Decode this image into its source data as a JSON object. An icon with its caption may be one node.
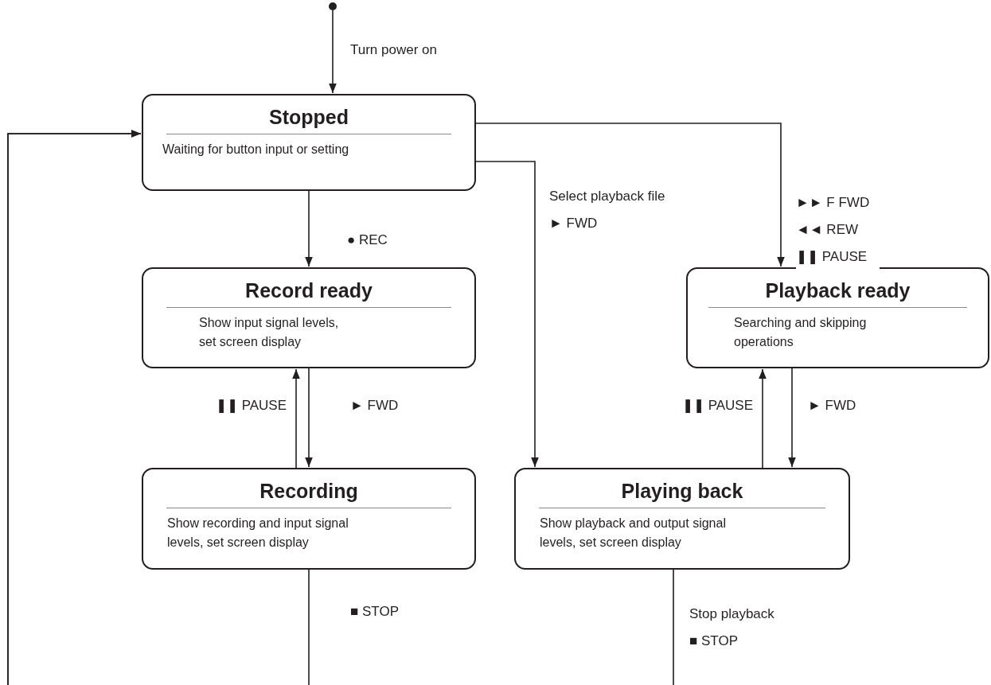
{
  "diagram": {
    "nodes": [
      {
        "text": [],
        "shape": "circle"
      },
      {
        "text": [
          "Stopped",
          "Waiting for button input or setting"
        ]
      },
      {
        "text": [
          "Record ready",
          "Show input signal levels, set screen display"
        ]
      },
      {
        "text": [
          "Playback ready",
          "Searching and skipping operations"
        ]
      },
      {
        "text": [
          "Recording",
          "Show recording and input signal levels, set screen display"
        ]
      },
      {
        "text": [
          "Playing back",
          "Show playback and output signal levels, set screen display"
        ]
      }
    ],
    "edges": [
      {
        "from": 0,
        "to": 1,
        "arrow": "to",
        "label": "Turn power on"
      },
      {
        "from": 1,
        "to": 2,
        "arrow": "to",
        "label": "● REC"
      },
      {
        "from": 1,
        "to": 5,
        "arrow": "to",
        "label": "Select playback file ► FWD"
      },
      {
        "from": 1,
        "to": 3,
        "arrow": "to",
        "label": "►► F FWD ◄◄ REW ❚❚ PAUSE"
      },
      {
        "from": 2,
        "to": 4,
        "arrow": "to",
        "label": "► FWD"
      },
      {
        "from": 4,
        "to": 2,
        "arrow": "to",
        "label": "❚❚ PAUSE"
      },
      {
        "from": 3,
        "to": 5,
        "arrow": "to",
        "label": "► FWD"
      },
      {
        "from": 5,
        "to": 3,
        "arrow": "to",
        "label": "❚❚ PAUSE"
      },
      {
        "from": 4,
        "to": 1,
        "arrow": "to",
        "label": "■ STOP"
      },
      {
        "from": 5,
        "to": 1,
        "arrow": "to",
        "label": "Stop playback ■ STOP"
      }
    ]
  }
}
